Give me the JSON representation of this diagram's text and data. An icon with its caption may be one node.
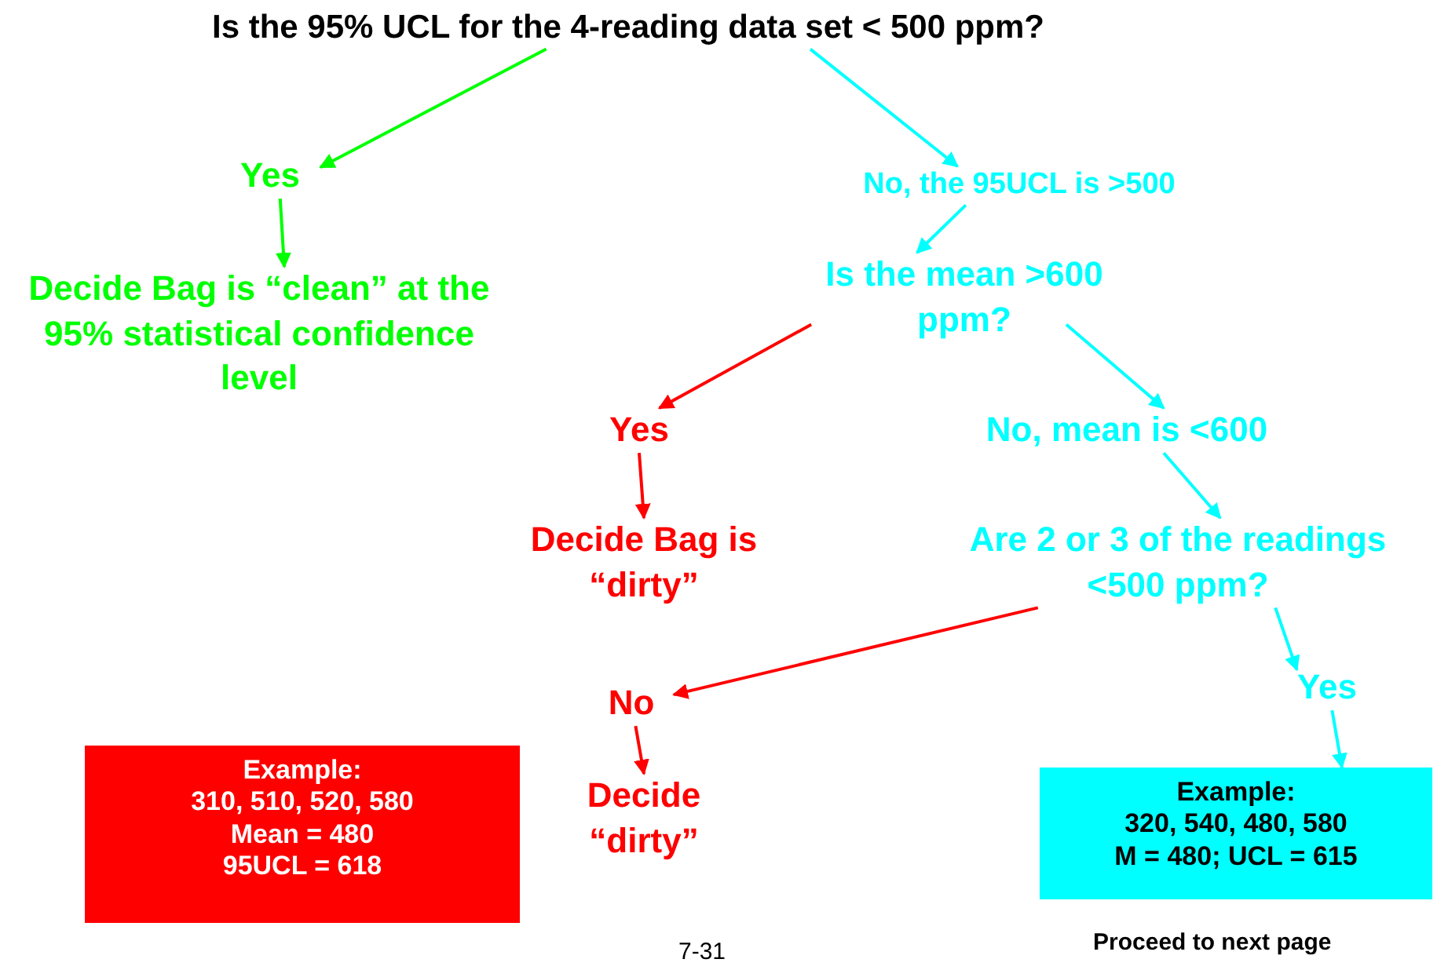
{
  "diagram": {
    "nodes": [
      {
        "text": [
          "Is the 95% UCL for the 4-reading data set < 500 ppm?"
        ]
      },
      {
        "text": [
          "Yes"
        ]
      },
      {
        "text": [
          "Decide Bag is “clean” at the 95% statistical confidence level"
        ]
      },
      {
        "text": [
          "No, the 95UCL is >500"
        ]
      },
      {
        "text": [
          "Is the mean >600 ppm?"
        ]
      },
      {
        "text": [
          "Yes"
        ]
      },
      {
        "text": [
          "Decide Bag is “dirty”"
        ]
      },
      {
        "text": [
          "No, mean is <600"
        ]
      },
      {
        "text": [
          "Are 2 or 3 of the readings <500 ppm?"
        ]
      },
      {
        "text": [
          "No"
        ]
      },
      {
        "text": [
          "Decide “dirty”"
        ]
      },
      {
        "text": [
          "Yes"
        ]
      },
      {
        "text": [
          "Example:",
          "310, 510, 520, 580",
          "Mean = 480",
          "95UCL = 618"
        ]
      },
      {
        "text": [
          "Example:",
          "320, 540, 480, 580",
          "M = 480; UCL = 615"
        ]
      }
    ],
    "edges": [
      {
        "from": 0,
        "to": 1,
        "arrow": "to",
        "color": "#00ff00"
      },
      {
        "from": 0,
        "to": 3,
        "arrow": "to"
      },
      {
        "from": 1,
        "to": 2,
        "arrow": "to",
        "color": "#00ff00"
      },
      {
        "from": 3,
        "to": 4,
        "arrow": "to"
      },
      {
        "from": 4,
        "to": 5,
        "arrow": "to",
        "color": "#ff0000"
      },
      {
        "from": 4,
        "to": 7,
        "arrow": "to"
      },
      {
        "from": 5,
        "to": 6,
        "arrow": "to",
        "color": "#ff0000"
      },
      {
        "from": 7,
        "to": 8,
        "arrow": "to"
      },
      {
        "from": 8,
        "to": 9,
        "arrow": "to",
        "color": "#ff0000"
      },
      {
        "from": 8,
        "to": 11,
        "arrow": "to"
      },
      {
        "from": 9,
        "to": 10,
        "arrow": "to",
        "color": "#ff0000"
      },
      {
        "from": 11,
        "to": 13,
        "arrow": "to"
      }
    ],
    "labels": [
      "7-31",
      "Proceed to next page"
    ]
  }
}
